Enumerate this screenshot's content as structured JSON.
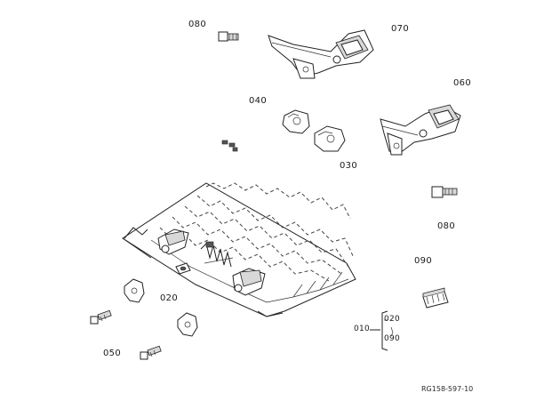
{
  "diagram": {
    "part_labels": {
      "p080_top": "080",
      "p070": "070",
      "p060": "060",
      "p040": "040",
      "p030": "030",
      "p080_right": "080",
      "p090": "090",
      "p020": "020",
      "p050": "050"
    },
    "kit": {
      "code": "010",
      "items": [
        "020",
        "090"
      ]
    },
    "reference_code": "RG158-597-10"
  }
}
